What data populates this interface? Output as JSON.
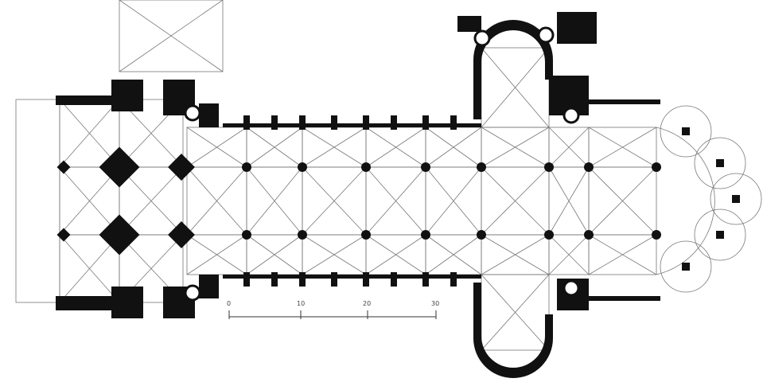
{
  "diagram": {
    "type": "architectural-floor-plan",
    "scale_bar": {
      "labels": [
        "0",
        "10",
        "20",
        "30"
      ]
    },
    "colors": {
      "walls": "#111111",
      "ribs": "#555555",
      "background": "#ffffff"
    }
  }
}
